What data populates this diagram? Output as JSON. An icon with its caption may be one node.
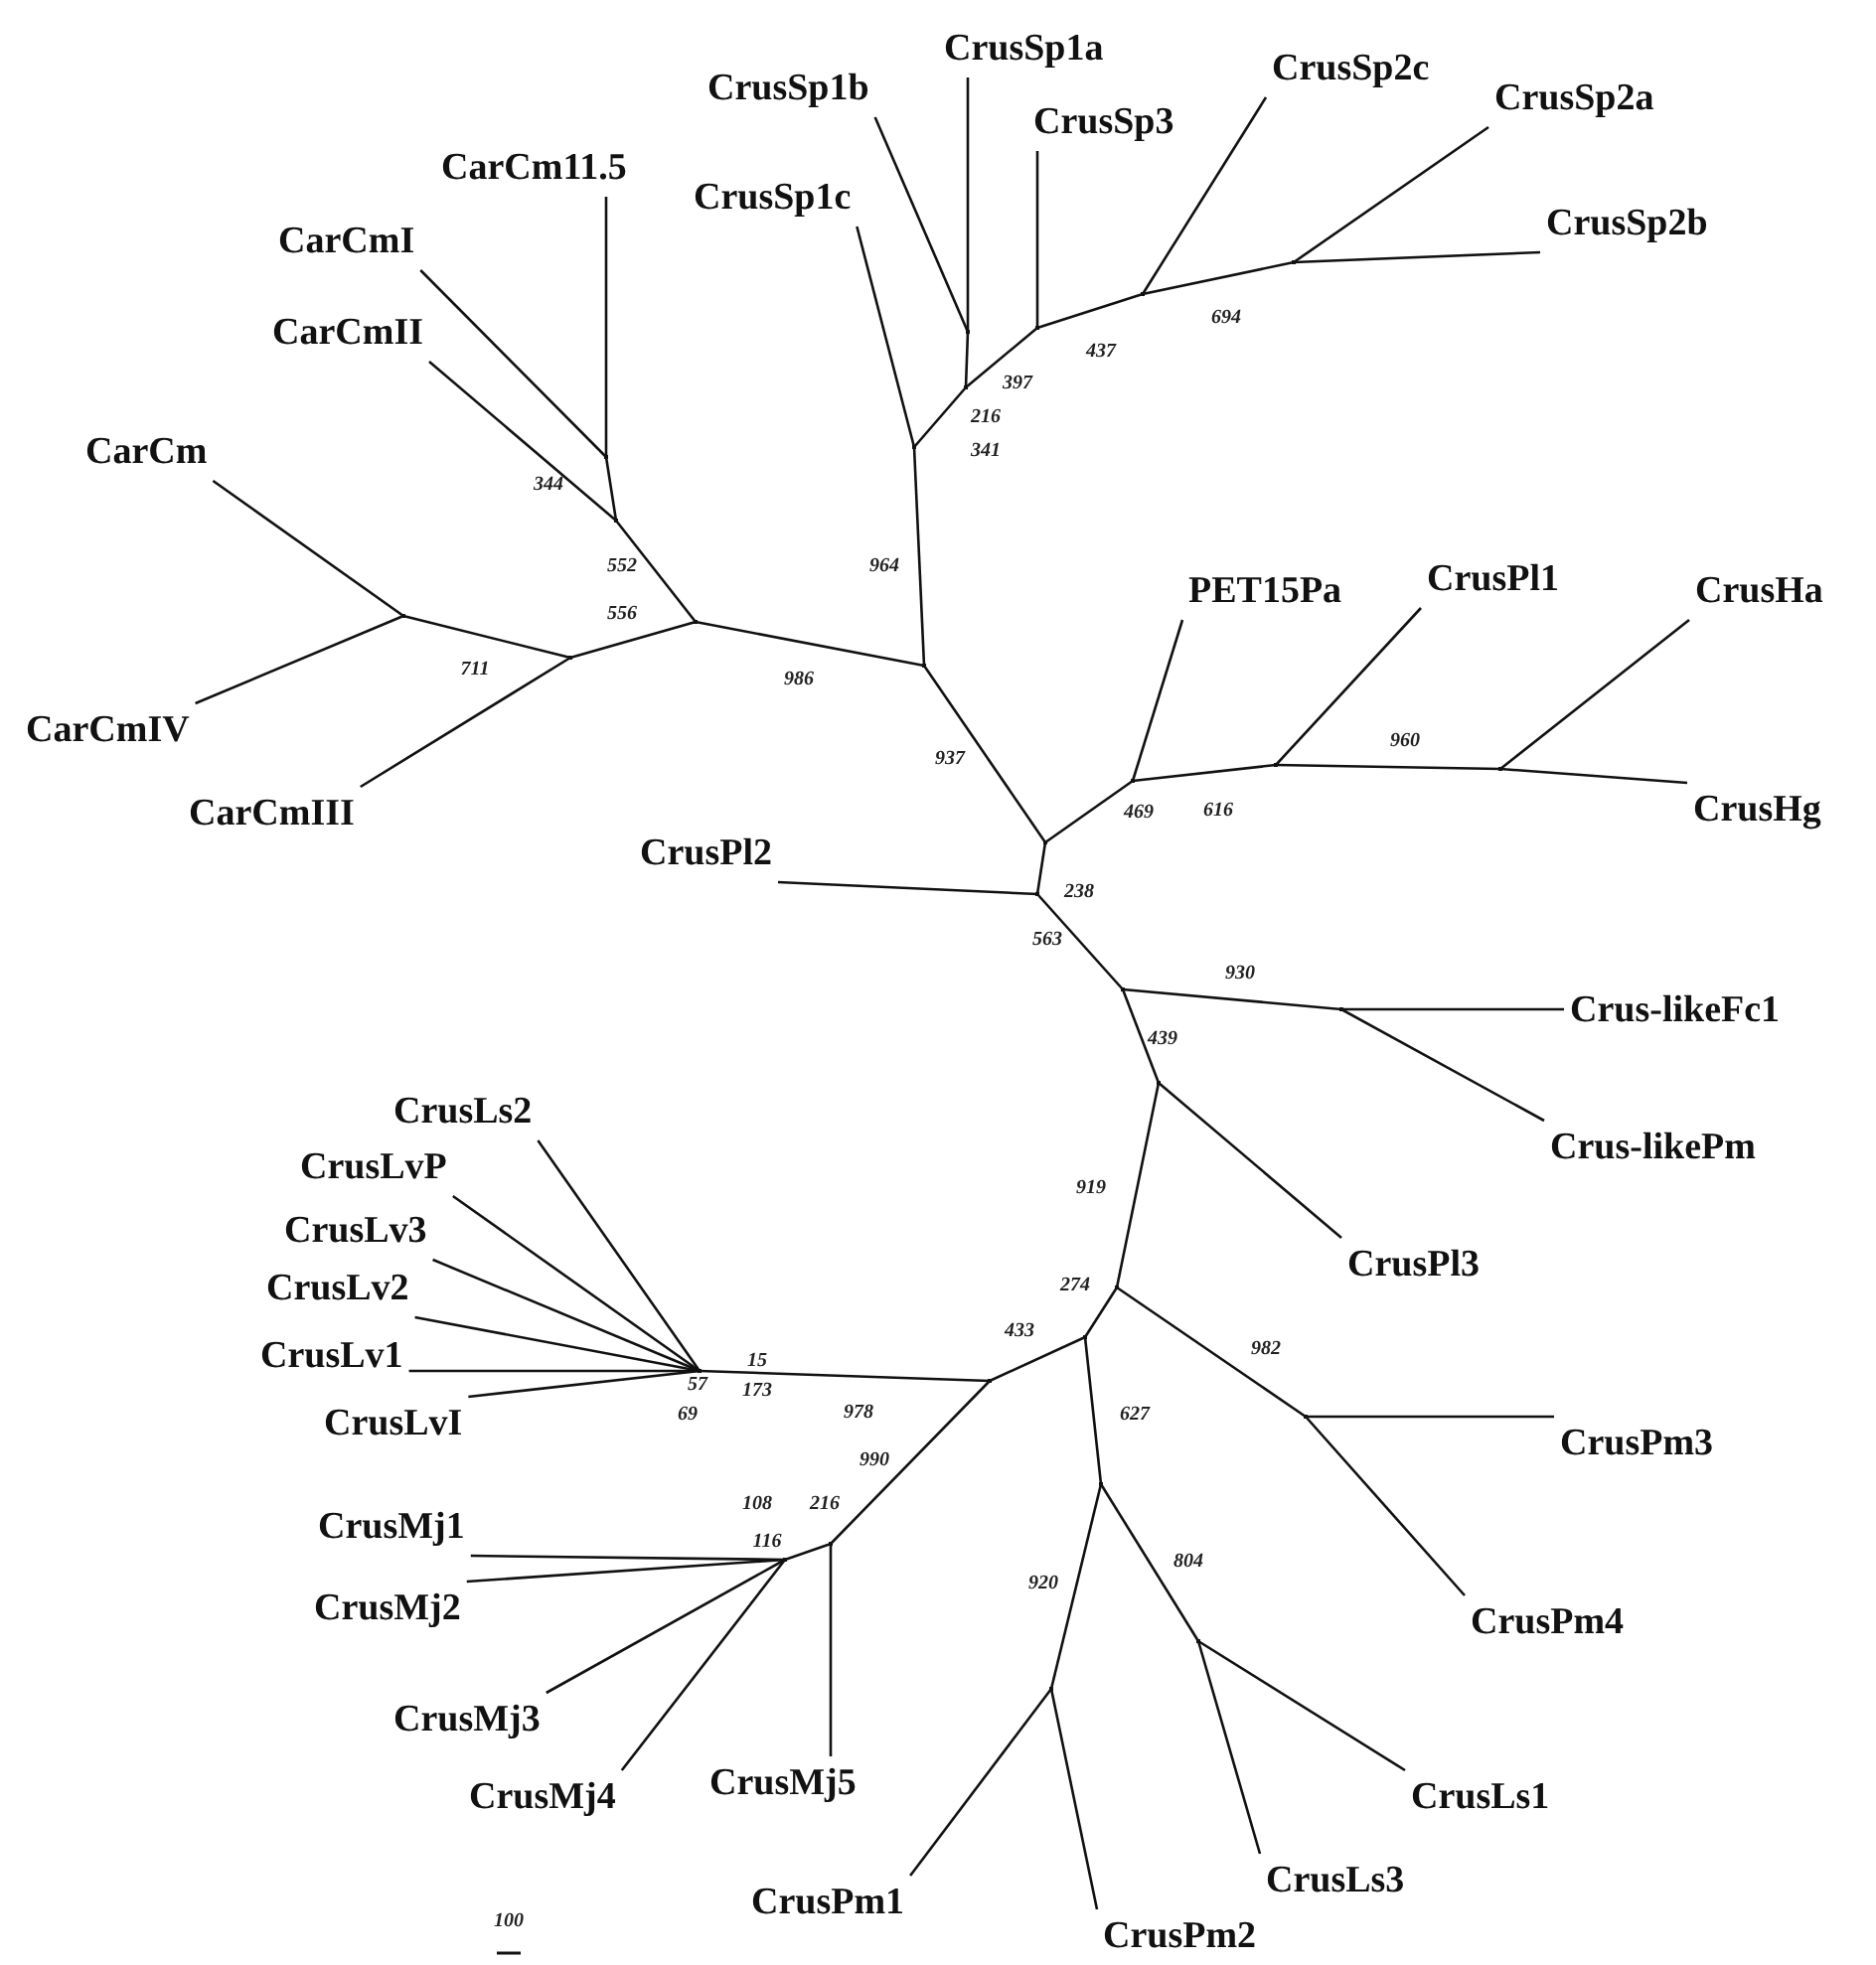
{
  "diagram": {
    "nodes": [
      {
        "text": [
          "CarCm11.5"
        ]
      },
      {
        "text": [
          "CarCmI"
        ]
      },
      {
        "text": [
          "CarCmII"
        ]
      },
      {
        "text": [
          "CarCm"
        ]
      },
      {
        "text": [
          "CarCmIV"
        ]
      },
      {
        "text": [
          "CarCmIII"
        ]
      },
      {
        "text": [
          "CrusSp1b"
        ]
      },
      {
        "text": [
          "CrusSp1c"
        ]
      },
      {
        "text": [
          "CrusSp1a"
        ]
      },
      {
        "text": [
          "CrusSp3"
        ]
      },
      {
        "text": [
          "CrusSp2c"
        ]
      },
      {
        "text": [
          "CrusSp2a"
        ]
      },
      {
        "text": [
          "CrusSp2b"
        ]
      },
      {
        "text": [
          "PET15Pa"
        ]
      },
      {
        "text": [
          "CrusPl1"
        ]
      },
      {
        "text": [
          "CrusHa"
        ]
      },
      {
        "text": [
          "CrusHg"
        ]
      },
      {
        "text": [
          "CrusPl2"
        ]
      },
      {
        "text": [
          "Crus-likeFc1"
        ]
      },
      {
        "text": [
          "Crus-likePm"
        ]
      },
      {
        "text": [
          "CrusPl3"
        ]
      },
      {
        "text": [
          "CrusLs2"
        ]
      },
      {
        "text": [
          "CrusLvP"
        ]
      },
      {
        "text": [
          "CrusLv3"
        ]
      },
      {
        "text": [
          "CrusLv2"
        ]
      },
      {
        "text": [
          "CrusLv1"
        ]
      },
      {
        "text": [
          "CrusLvI"
        ]
      },
      {
        "text": [
          "CrusMj1"
        ]
      },
      {
        "text": [
          "CrusMj2"
        ]
      },
      {
        "text": [
          "CrusMj3"
        ]
      },
      {
        "text": [
          "CrusMj4"
        ]
      },
      {
        "text": [
          "CrusMj5"
        ]
      },
      {
        "text": [
          "CrusPm3"
        ]
      },
      {
        "text": [
          "CrusPm4"
        ]
      },
      {
        "text": [
          "CrusLs1"
        ]
      },
      {
        "text": [
          "CrusLs3"
        ]
      },
      {
        "text": [
          "CrusPm1"
        ]
      },
      {
        "text": [
          "CrusPm2"
        ]
      },
      {
        "text": [],
        "shape": "point"
      },
      {
        "text": [],
        "shape": "point"
      },
      {
        "text": [],
        "shape": "point"
      },
      {
        "text": [],
        "shape": "point"
      },
      {
        "text": [],
        "shape": "point"
      },
      {
        "text": [],
        "shape": "point"
      },
      {
        "text": [],
        "shape": "point"
      },
      {
        "text": [],
        "shape": "point"
      },
      {
        "text": [],
        "shape": "point"
      },
      {
        "text": [],
        "shape": "point"
      },
      {
        "text": [],
        "shape": "point"
      },
      {
        "text": [],
        "shape": "point"
      },
      {
        "text": [],
        "shape": "point"
      },
      {
        "text": [],
        "shape": "point"
      },
      {
        "text": [],
        "shape": "point"
      },
      {
        "text": [],
        "shape": "point"
      },
      {
        "text": [],
        "shape": "point"
      },
      {
        "text": [],
        "shape": "point"
      },
      {
        "text": [],
        "shape": "point"
      },
      {
        "text": [],
        "shape": "point"
      },
      {
        "text": [],
        "shape": "point"
      },
      {
        "text": [],
        "shape": "point"
      },
      {
        "text": [],
        "shape": "point"
      },
      {
        "text": [],
        "shape": "point"
      },
      {
        "text": [],
        "shape": "point"
      },
      {
        "text": [],
        "shape": "point"
      },
      {
        "text": [],
        "shape": "point"
      },
      {
        "text": [],
        "shape": "point"
      },
      {
        "text": [],
        "shape": "point"
      },
      {
        "text": [],
        "shape": "point"
      }
    ],
    "edges": [
      {
        "from": 38,
        "to": 39,
        "arrow": "none"
      },
      {
        "from": 39,
        "to": 40,
        "arrow": "none"
      },
      {
        "from": 40,
        "to": 0,
        "arrow": "none"
      },
      {
        "from": 40,
        "to": 1,
        "arrow": "none"
      },
      {
        "from": 39,
        "to": 2,
        "arrow": "none"
      },
      {
        "from": 38,
        "to": 41,
        "arrow": "none"
      },
      {
        "from": 41,
        "to": 42,
        "arrow": "none"
      },
      {
        "from": 42,
        "to": 3,
        "arrow": "none"
      },
      {
        "from": 42,
        "to": 4,
        "arrow": "none"
      },
      {
        "from": 41,
        "to": 5,
        "arrow": "none"
      },
      {
        "from": 43,
        "to": 38,
        "arrow": "none"
      },
      {
        "from": 43,
        "to": 44,
        "arrow": "none"
      },
      {
        "from": 44,
        "to": 7,
        "arrow": "none"
      },
      {
        "from": 44,
        "to": 45,
        "arrow": "none"
      },
      {
        "from": 45,
        "to": 46,
        "arrow": "none"
      },
      {
        "from": 46,
        "to": 6,
        "arrow": "none"
      },
      {
        "from": 46,
        "to": 8,
        "arrow": "none"
      },
      {
        "from": 45,
        "to": 47,
        "arrow": "none"
      },
      {
        "from": 47,
        "to": 9,
        "arrow": "none"
      },
      {
        "from": 47,
        "to": 48,
        "arrow": "none"
      },
      {
        "from": 48,
        "to": 10,
        "arrow": "none"
      },
      {
        "from": 48,
        "to": 49,
        "arrow": "none"
      },
      {
        "from": 49,
        "to": 11,
        "arrow": "none"
      },
      {
        "from": 49,
        "to": 12,
        "arrow": "none"
      },
      {
        "from": 43,
        "to": 50,
        "arrow": "none"
      },
      {
        "from": 50,
        "to": 51,
        "arrow": "none"
      },
      {
        "from": 51,
        "to": 13,
        "arrow": "none"
      },
      {
        "from": 51,
        "to": 52,
        "arrow": "none"
      },
      {
        "from": 52,
        "to": 14,
        "arrow": "none"
      },
      {
        "from": 52,
        "to": 53,
        "arrow": "none"
      },
      {
        "from": 53,
        "to": 15,
        "arrow": "none"
      },
      {
        "from": 53,
        "to": 16,
        "arrow": "none"
      },
      {
        "from": 50,
        "to": 54,
        "arrow": "none"
      },
      {
        "from": 54,
        "to": 17,
        "arrow": "none"
      },
      {
        "from": 54,
        "to": 55,
        "arrow": "none"
      },
      {
        "from": 55,
        "to": 56,
        "arrow": "none"
      },
      {
        "from": 56,
        "to": 18,
        "arrow": "none"
      },
      {
        "from": 56,
        "to": 19,
        "arrow": "none"
      },
      {
        "from": 55,
        "to": 57,
        "arrow": "none"
      },
      {
        "from": 57,
        "to": 20,
        "arrow": "none"
      },
      {
        "from": 57,
        "to": 58,
        "arrow": "none"
      },
      {
        "from": 58,
        "to": 59,
        "arrow": "none"
      },
      {
        "from": 59,
        "to": 32,
        "arrow": "none"
      },
      {
        "from": 59,
        "to": 33,
        "arrow": "none"
      },
      {
        "from": 58,
        "to": 60,
        "arrow": "none"
      },
      {
        "from": 60,
        "to": 61,
        "arrow": "none"
      },
      {
        "from": 61,
        "to": 62,
        "arrow": "none"
      },
      {
        "from": 62,
        "to": 36,
        "arrow": "none"
      },
      {
        "from": 62,
        "to": 37,
        "arrow": "none"
      },
      {
        "from": 61,
        "to": 63,
        "arrow": "none"
      },
      {
        "from": 63,
        "to": 34,
        "arrow": "none"
      },
      {
        "from": 63,
        "to": 35,
        "arrow": "none"
      },
      {
        "from": 60,
        "to": 64,
        "arrow": "none"
      },
      {
        "from": 64,
        "to": 65,
        "arrow": "none"
      },
      {
        "from": 65,
        "to": 21,
        "arrow": "none"
      },
      {
        "from": 65,
        "to": 22,
        "arrow": "none"
      },
      {
        "from": 65,
        "to": 23,
        "arrow": "none"
      },
      {
        "from": 65,
        "to": 24,
        "arrow": "none"
      },
      {
        "from": 65,
        "to": 25,
        "arrow": "none"
      },
      {
        "from": 65,
        "to": 26,
        "arrow": "none"
      },
      {
        "from": 64,
        "to": 66,
        "arrow": "none"
      },
      {
        "from": 66,
        "to": 31,
        "arrow": "none"
      },
      {
        "from": 66,
        "to": 67,
        "arrow": "none"
      },
      {
        "from": 67,
        "to": 27,
        "arrow": "none"
      },
      {
        "from": 67,
        "to": 28,
        "arrow": "none"
      },
      {
        "from": 67,
        "to": 29,
        "arrow": "none"
      },
      {
        "from": 67,
        "to": 30,
        "arrow": "none"
      }
    ],
    "labels": [
      "694",
      "437",
      "397",
      "216",
      "341",
      "344",
      "964",
      "552",
      "556",
      "711",
      "986",
      "960",
      "937",
      "616",
      "469",
      "238",
      "563",
      "930",
      "439",
      "919",
      "274",
      "433",
      "982",
      "15",
      "57",
      "173",
      "978",
      "69",
      "627",
      "990",
      "108",
      "216",
      "116",
      "804",
      "920",
      "100"
    ]
  }
}
